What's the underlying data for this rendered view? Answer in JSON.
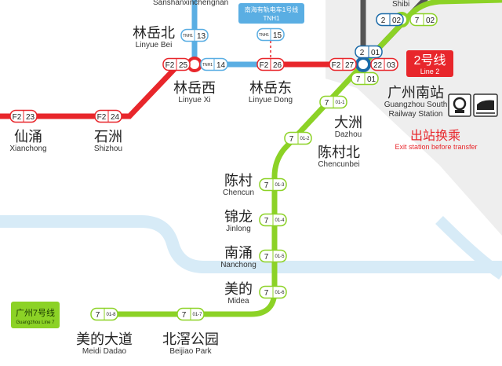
{
  "colors": {
    "line_f2": "#e8262b",
    "line_tnh1": "#5aaee3",
    "line_2": "#555555",
    "line_2_badge": "#1a6aa8",
    "line_7": "#8cd226",
    "river": "#d7ebf7",
    "station_area": "#eeeeee",
    "transfer_note": "#e8262b"
  },
  "top_labels": {
    "sanshan": "Sanshanxinchengnan",
    "shibi": "Shibi"
  },
  "tnh1_box": {
    "zh": "南海有轨电车1号线",
    "en": "TNH1"
  },
  "line2_badge": {
    "zh": "2号线",
    "en": "Line 2"
  },
  "line7_badge": {
    "zh": "广州7号线",
    "en": "Guangzhou Line 7"
  },
  "transfer_note": {
    "zh": "出站换乘",
    "en": "Exit station before transfer"
  },
  "rail_icons": [
    "railway-station-icon",
    "high-speed-train-icon"
  ],
  "stations": [
    {
      "zh": "仙涌",
      "en": "Xianchong"
    },
    {
      "zh": "石洲",
      "en": "Shizhou"
    },
    {
      "zh": "林岳北",
      "en": "Linyue Bei"
    },
    {
      "zh": "林岳西",
      "en": "Linyue Xi"
    },
    {
      "zh": "林岳东",
      "en": "Linyue Dong"
    },
    {
      "zh": "广州南站",
      "en": "Guangzhou South",
      "en2": "Railway Station"
    },
    {
      "zh": "大洲",
      "en": "Dazhou"
    },
    {
      "zh": "陈村北",
      "en": "Chencunbei"
    },
    {
      "zh": "陈村",
      "en": "Chencun"
    },
    {
      "zh": "锦龙",
      "en": "Jinlong"
    },
    {
      "zh": "南涌",
      "en": "Nanchong"
    },
    {
      "zh": "美的",
      "en": "Midea"
    },
    {
      "zh": "北滘公园",
      "en": "Beijiao Park"
    },
    {
      "zh": "美的大道",
      "en": "Meidi Dadao"
    }
  ],
  "pills": [
    {
      "line": "F2",
      "code": "23"
    },
    {
      "line": "F2",
      "code": "24"
    },
    {
      "line": "F2",
      "code": "25"
    },
    {
      "line": "F2",
      "code": "26"
    },
    {
      "line": "F2",
      "code": "27"
    },
    {
      "line": "TNH1",
      "code": "13"
    },
    {
      "line": "TNH1",
      "code": "14"
    },
    {
      "line": "TNH1",
      "code": "15"
    },
    {
      "line": "2",
      "code": "01"
    },
    {
      "line": "2",
      "code": "02"
    },
    {
      "line": "22",
      "code": "03"
    },
    {
      "line": "7",
      "code": "01"
    },
    {
      "line": "7",
      "code": "02"
    },
    {
      "line": "7",
      "code": "01-1"
    },
    {
      "line": "7",
      "code": "01-2"
    },
    {
      "line": "7",
      "code": "01-3"
    },
    {
      "line": "7",
      "code": "01-4"
    },
    {
      "line": "7",
      "code": "01-5"
    },
    {
      "line": "7",
      "code": "01-6"
    },
    {
      "line": "7",
      "code": "01-7"
    },
    {
      "line": "7",
      "code": "01-8"
    }
  ]
}
